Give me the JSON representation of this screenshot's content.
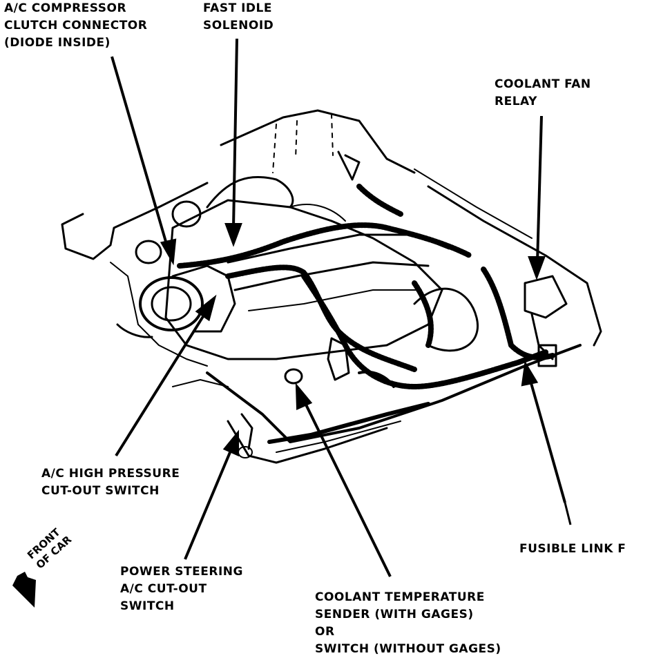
{
  "labels": {
    "ac_compressor": [
      "A/C COMPRESSOR",
      "CLUTCH CONNECTOR",
      "(DIODE INSIDE)"
    ],
    "fast_idle": [
      "FAST IDLE",
      "SOLENOID"
    ],
    "coolant_fan_relay": [
      "COOLANT FAN",
      "RELAY"
    ],
    "ac_high_pressure": [
      "A/C HIGH PRESSURE",
      "CUT-OUT SWITCH"
    ],
    "fusible_link": [
      "FUSIBLE LINK F"
    ],
    "power_steering": [
      "POWER STEERING",
      "A/C CUT-OUT",
      "SWITCH"
    ],
    "coolant_temp": [
      "COOLANT TEMPERATURE",
      "SENDER (WITH GAGES)",
      "OR",
      "SWITCH (WITHOUT GAGES)"
    ],
    "front_of_car": [
      "FRONT",
      "OF CAR"
    ]
  },
  "colors": {
    "ink": "#000000",
    "paper": "#ffffff"
  }
}
